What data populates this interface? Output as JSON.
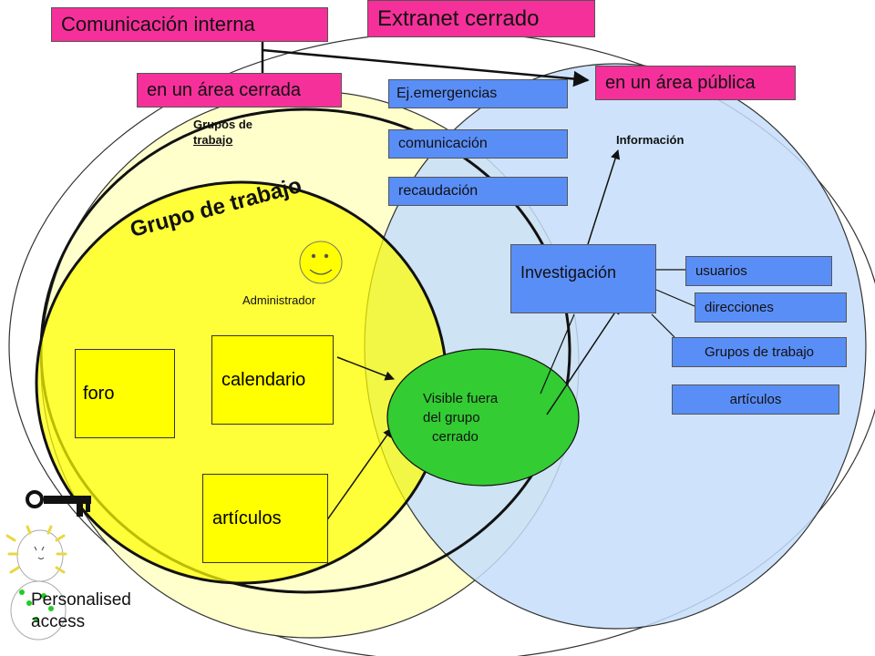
{
  "headers": {
    "internal": "Comunicación interna",
    "extranet": "Extranet cerrado",
    "closed_area": "en un área cerrada",
    "public_area": "en un área pública"
  },
  "middle_items": [
    "Ej.emergencias",
    "comunicación",
    "recaudación"
  ],
  "groups_label": [
    "Grupos de",
    "trabajo"
  ],
  "workgroup_title": "Grupo de trabajo",
  "administrator": "Administrador",
  "tools": {
    "forum": "foro",
    "calendar": "calendario",
    "articles": "artículos"
  },
  "visible_outside": [
    "Visible fuera",
    "del grupo",
    "cerrado"
  ],
  "research": "Investigación",
  "information": "Información",
  "public_items": [
    "usuarios",
    "direcciones",
    "Grupos de trabajo",
    "artículos"
  ],
  "access": [
    "Personalised",
    "access"
  ],
  "colors": {
    "pink": "#f6309a",
    "blue_box": "#5a8ef7",
    "yellow": "#ffff00",
    "green": "#33cc33",
    "light_blue": "#cce4fb"
  },
  "icons": [
    "smiley-icon",
    "key-icon",
    "person-icon"
  ]
}
